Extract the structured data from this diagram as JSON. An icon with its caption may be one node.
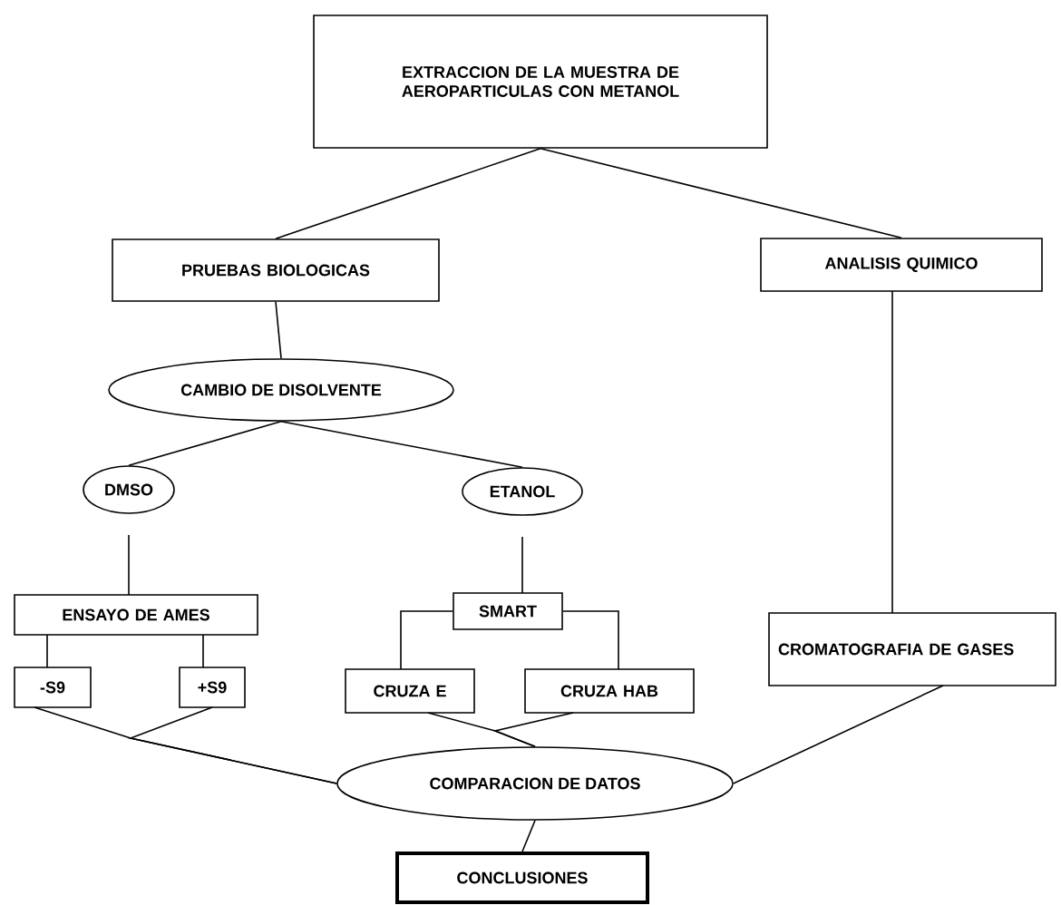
{
  "diagram": {
    "nodes": [
      {
        "text": [
          "EXTRACCION DE LA MUESTRA DE AEROPARTICULAS CON METANOL"
        ]
      },
      {
        "text": [
          "PRUEBAS BIOLOGICAS"
        ]
      },
      {
        "text": [
          "ANALISIS QUIMICO"
        ]
      },
      {
        "text": [
          "CAMBIO DE DISOLVENTE"
        ]
      },
      {
        "text": [
          "DMSO"
        ]
      },
      {
        "text": [
          "ETANOL"
        ]
      },
      {
        "text": [
          "ENSAYO DE AMES"
        ]
      },
      {
        "text": [
          "SMART"
        ]
      },
      {
        "text": [
          "-S9"
        ]
      },
      {
        "text": [
          "+S9"
        ]
      },
      {
        "text": [
          "CRUZA E"
        ]
      },
      {
        "text": [
          "CRUZA HAB"
        ]
      },
      {
        "text": [
          "CROMATOGRAFIA DE GASES"
        ]
      },
      {
        "text": [
          "COMPARACION DE DATOS"
        ]
      },
      {
        "text": [
          "CONCLUSIONES"
        ]
      }
    ],
    "edges": [
      {
        "from": 0,
        "to": 1,
        "arrow": "none"
      },
      {
        "from": 0,
        "to": 2,
        "arrow": "none"
      },
      {
        "from": 1,
        "to": 3,
        "arrow": "none"
      },
      {
        "from": 3,
        "to": 4,
        "arrow": "none"
      },
      {
        "from": 3,
        "to": 5,
        "arrow": "none"
      },
      {
        "from": 2,
        "to": 12,
        "arrow": "none"
      },
      {
        "from": 4,
        "to": 6,
        "arrow": "none"
      },
      {
        "from": 5,
        "to": 7,
        "arrow": "none"
      },
      {
        "from": 6,
        "to": 8,
        "arrow": "none"
      },
      {
        "from": 6,
        "to": 9,
        "arrow": "none"
      },
      {
        "from": 7,
        "to": 10,
        "arrow": "none"
      },
      {
        "from": 7,
        "to": 11,
        "arrow": "none"
      },
      {
        "from": 8,
        "to": 13,
        "arrow": "none"
      },
      {
        "from": 9,
        "to": 13,
        "arrow": "none"
      },
      {
        "from": 10,
        "to": 13,
        "arrow": "none"
      },
      {
        "from": 11,
        "to": 13,
        "arrow": "none"
      },
      {
        "from": 12,
        "to": 13,
        "arrow": "none"
      },
      {
        "from": 13,
        "to": 14,
        "arrow": "none"
      }
    ]
  }
}
